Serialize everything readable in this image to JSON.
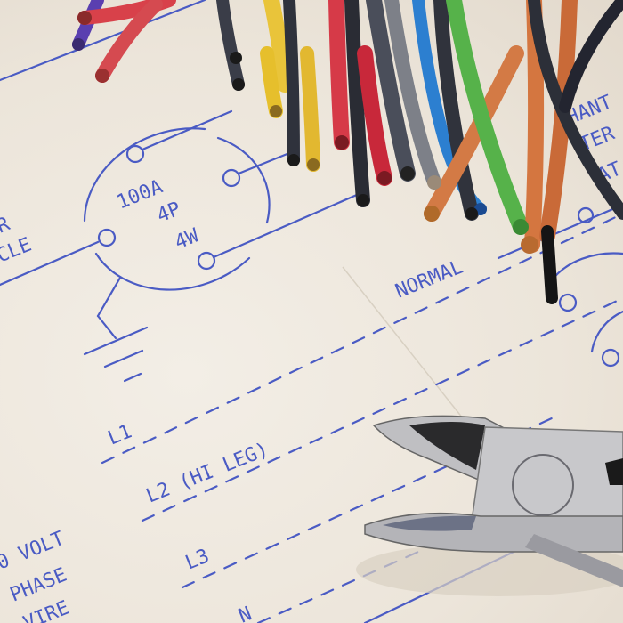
{
  "photo": {
    "subject": "Electrical wiring schematic with stripped wires and diagonal cutting pliers",
    "colors": {
      "paper": "#efe9e0",
      "ink": "#4a5bc4",
      "plier_steel": "#b9b9bc"
    }
  },
  "schematic": {
    "breaker_label": {
      "line1": "100A",
      "line2": "4P",
      "line3": "4W"
    },
    "left_label": {
      "line1": "R",
      "line2": "CLE"
    },
    "normal_label": "NORMAL",
    "right_label": {
      "line1": "HANT",
      "line2": "TER",
      "line3": "AT"
    },
    "lines": {
      "l1": "L1",
      "l2": "L2 (HI LEG)",
      "l3": "L3",
      "n": "N"
    },
    "voltage_label": {
      "line1": "0 VOLT",
      "line2": "PHASE",
      "line3": "VIRE"
    }
  },
  "wires": [
    {
      "color": "purple"
    },
    {
      "color": "red"
    },
    {
      "color": "red"
    },
    {
      "color": "black"
    },
    {
      "color": "yellow"
    },
    {
      "color": "yellow"
    },
    {
      "color": "black"
    },
    {
      "color": "red"
    },
    {
      "color": "gray"
    },
    {
      "color": "blue"
    },
    {
      "color": "green"
    },
    {
      "color": "orange"
    },
    {
      "color": "orange"
    },
    {
      "color": "black"
    }
  ],
  "tool": {
    "name": "diagonal cutting pliers"
  }
}
